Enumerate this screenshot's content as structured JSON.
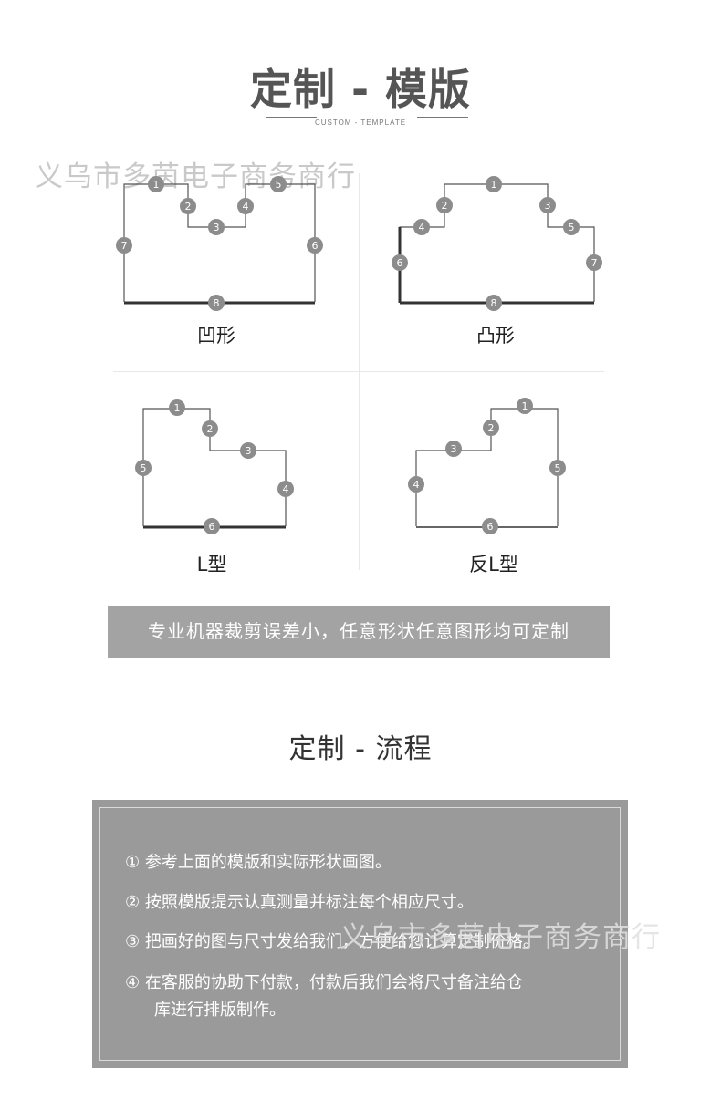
{
  "header": {
    "title": "定制 - 模版",
    "subtitle": "CUSTOM - TEMPLATE"
  },
  "watermark": "义乌市多茵电子商务商行",
  "templates": [
    {
      "label": "凹形",
      "points": [
        "1",
        "2",
        "3",
        "4",
        "5",
        "6",
        "7",
        "8"
      ]
    },
    {
      "label": "凸形",
      "points": [
        "1",
        "2",
        "3",
        "4",
        "5",
        "6",
        "7",
        "8"
      ]
    },
    {
      "label": "L型",
      "points": [
        "1",
        "2",
        "3",
        "4",
        "5",
        "6"
      ]
    },
    {
      "label": "反L型",
      "points": [
        "1",
        "2",
        "3",
        "4",
        "5",
        "6"
      ]
    }
  ],
  "banner": "专业机器裁剪误差小，任意形状任意图形均可定制",
  "process": {
    "title": "定制 - 流程",
    "steps": [
      "① 参考上面的模版和实际形状画图。",
      "② 按照模版提示认真测量并标注每个相应尺寸。",
      "③ 把画好的图与尺寸发给我们，方便给您计算定制价格。",
      "④ 在客服的协助下付款，付款后我们会将尺寸备注给仓",
      "库进行排版制作。"
    ]
  },
  "colors": {
    "badge": "#8c8c8c",
    "banner": "#a3a3a3",
    "process_box": "#9a9a9a",
    "title": "#555555"
  }
}
